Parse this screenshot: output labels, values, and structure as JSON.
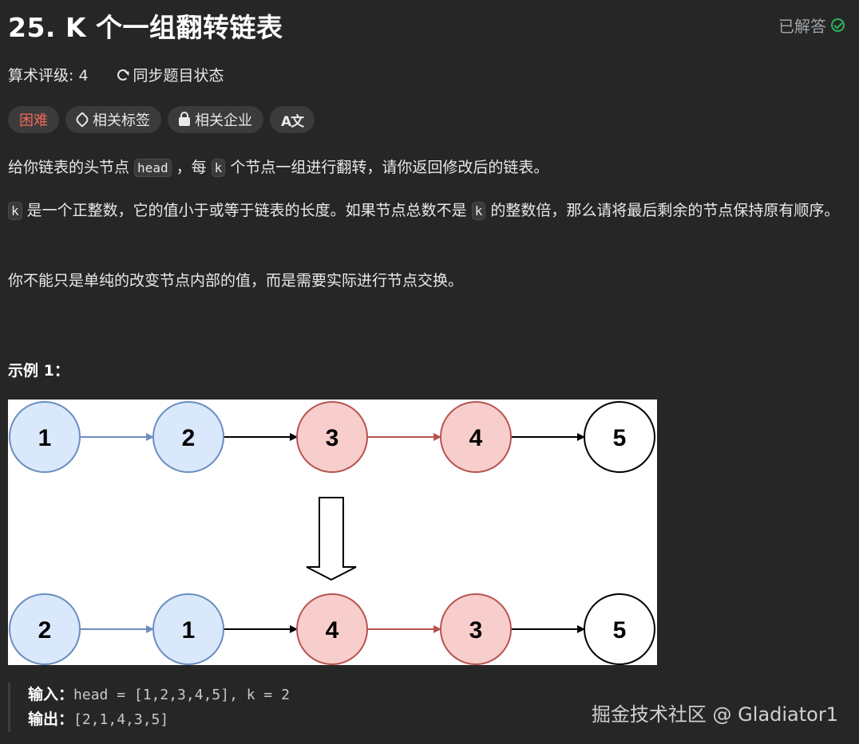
{
  "problem": {
    "title": "25. K 个一组翻转链表",
    "solved_label": "已解答",
    "rating_label": "算术评级: 4",
    "sync_label": "同步题目状态"
  },
  "tags": {
    "difficulty": "困难",
    "related_tags": "相关标签",
    "related_companies": "相关企业",
    "translate": "A文"
  },
  "description": {
    "p1_a": "给你链表的头节点 ",
    "p1_code1": "head",
    "p1_b": " ，每 ",
    "p1_code2": "k",
    "p1_c": " 个节点一组进行翻转，请你返回修改后的链表。",
    "p2_code1": "k",
    "p2_a": " 是一个正整数，它的值小于或等于链表的长度。如果节点总数不是 ",
    "p2_code2": "k",
    "p2_b": " 的整数倍，那么请将最后剩余的节点保持原有顺序。",
    "p3": "你不能只是单纯的改变节点内部的值，而是需要实际进行节点交换。"
  },
  "example": {
    "title": "示例 1：",
    "top_row": [
      "1",
      "2",
      "3",
      "4",
      "5"
    ],
    "bottom_row": [
      "2",
      "1",
      "4",
      "3",
      "5"
    ],
    "node_colors": {
      "blue_fill": "#dae8fc",
      "blue_stroke": "#6c8ebf",
      "red_fill": "#f8cecc",
      "red_stroke": "#b85450",
      "white_fill": "#ffffff",
      "black_stroke": "#000000"
    },
    "input_label": "输入：",
    "input_value": "head = [1,2,3,4,5], k = 2",
    "output_label": "输出：",
    "output_value": "[2,1,4,3,5]"
  },
  "watermark": "掘金技术社区 @ Gladiator1"
}
